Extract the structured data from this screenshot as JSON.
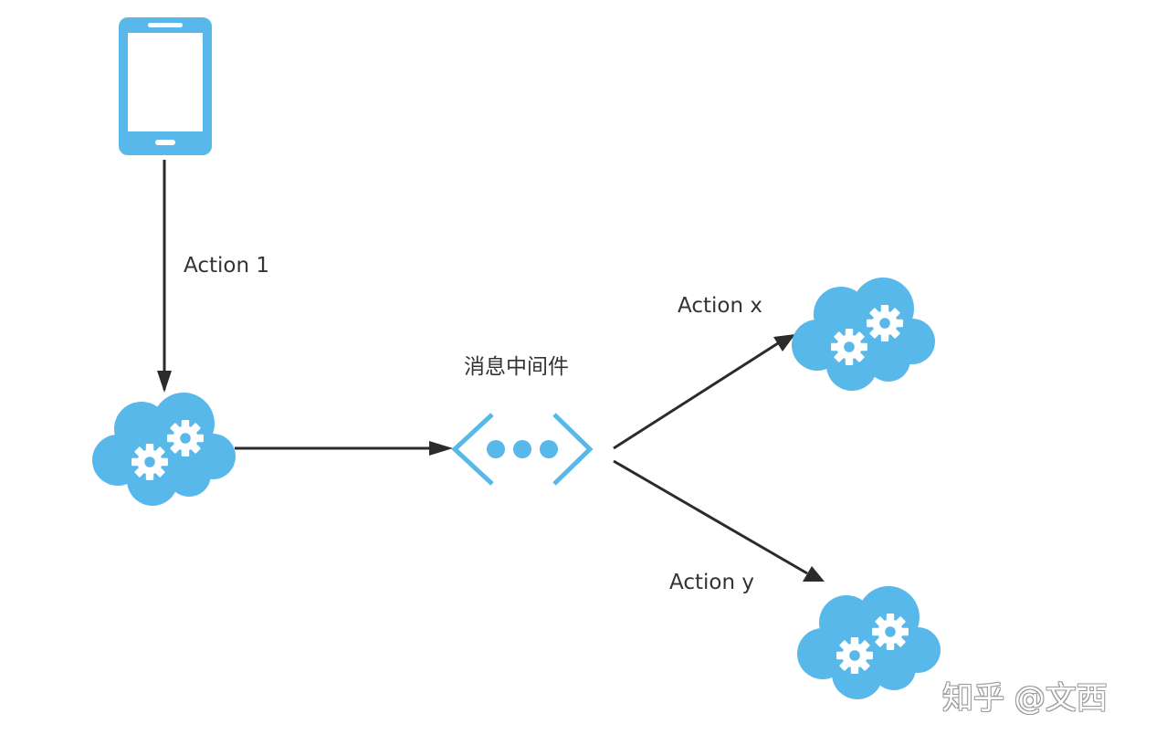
{
  "diagram": {
    "edge_labels": {
      "phone_to_server": "Action 1",
      "to_service_x": "Action x",
      "to_service_y": "Action y"
    },
    "middleware_label": "消息中间件",
    "watermark": "知乎 @文西",
    "colors": {
      "icon_blue": "#58b8ea",
      "arrow": "#2b2b2b",
      "text": "#333333"
    },
    "icons": [
      "smartphone-icon",
      "cloud-gears-icon",
      "message-queue-icon"
    ]
  }
}
